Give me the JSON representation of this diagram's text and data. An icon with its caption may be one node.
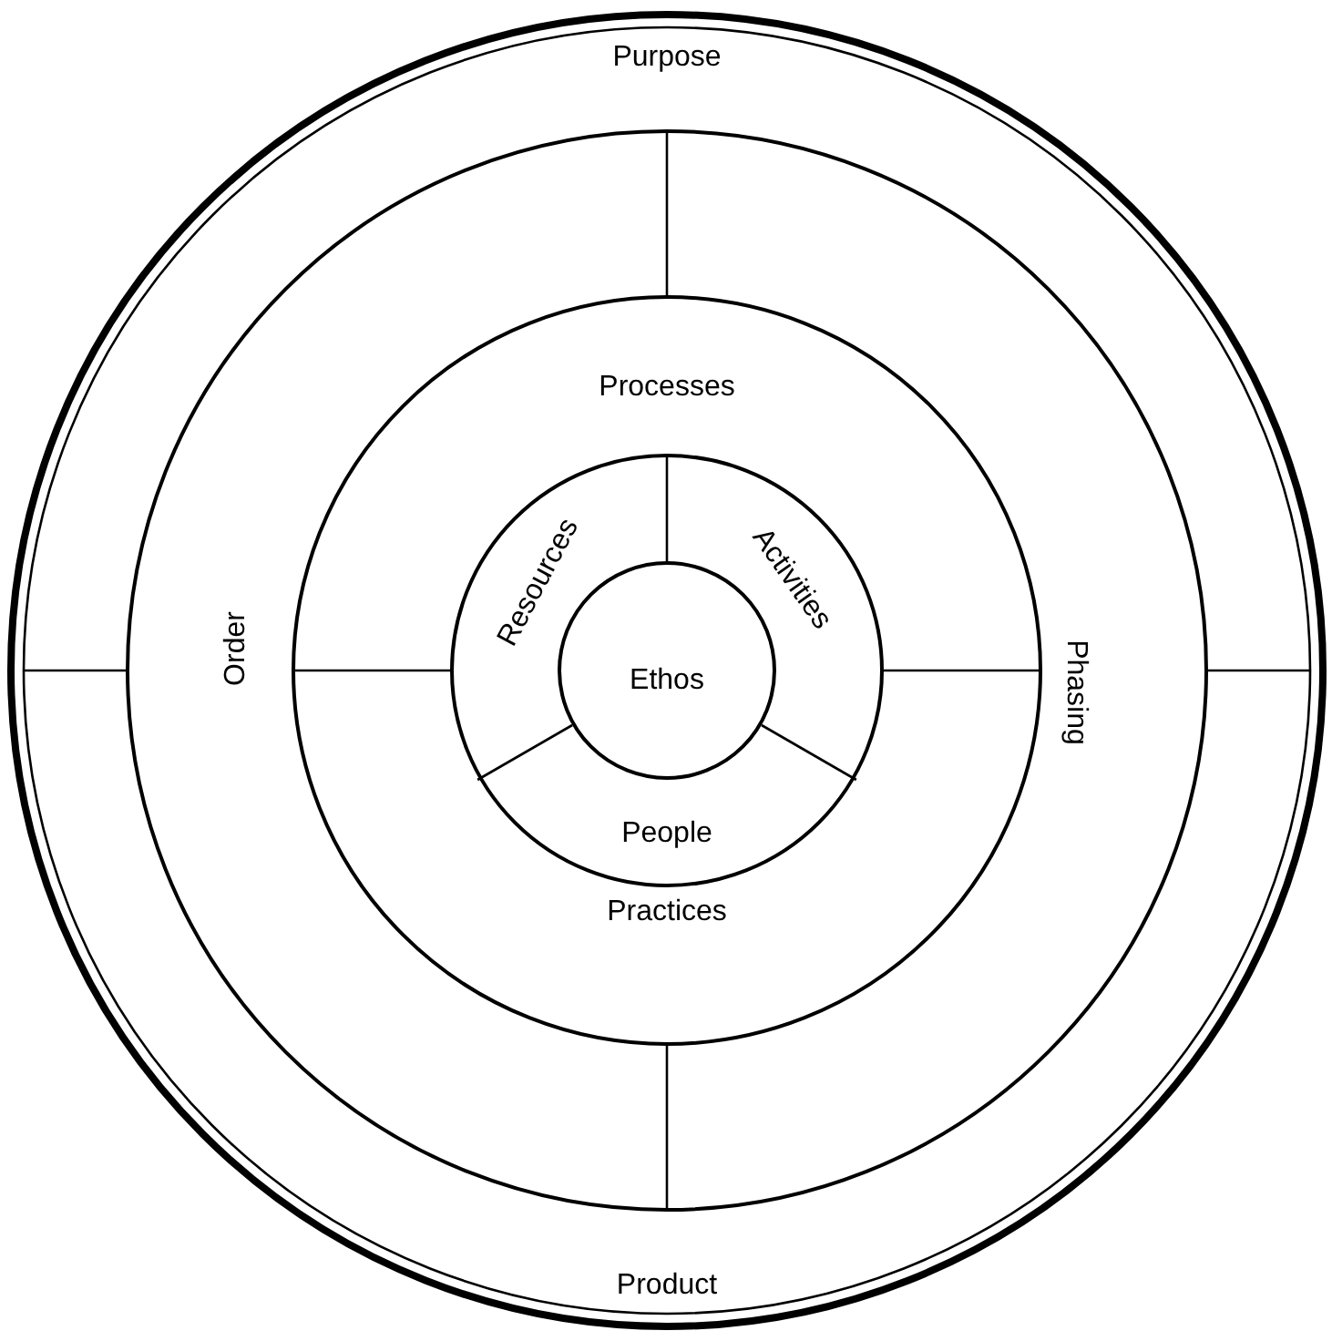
{
  "diagram": {
    "nodes": [
      {
        "text": [
          "Purpose",
          "Product"
        ]
      },
      {
        "text": [
          "Order",
          "Phasing"
        ],
        "in": 0
      },
      {
        "text": [
          "Processes",
          "Practices"
        ],
        "in": 1
      },
      {
        "text": [
          "Resources",
          "Activities",
          "People"
        ],
        "in": 2
      },
      {
        "text": [
          "Ethos"
        ],
        "in": 3
      }
    ]
  }
}
